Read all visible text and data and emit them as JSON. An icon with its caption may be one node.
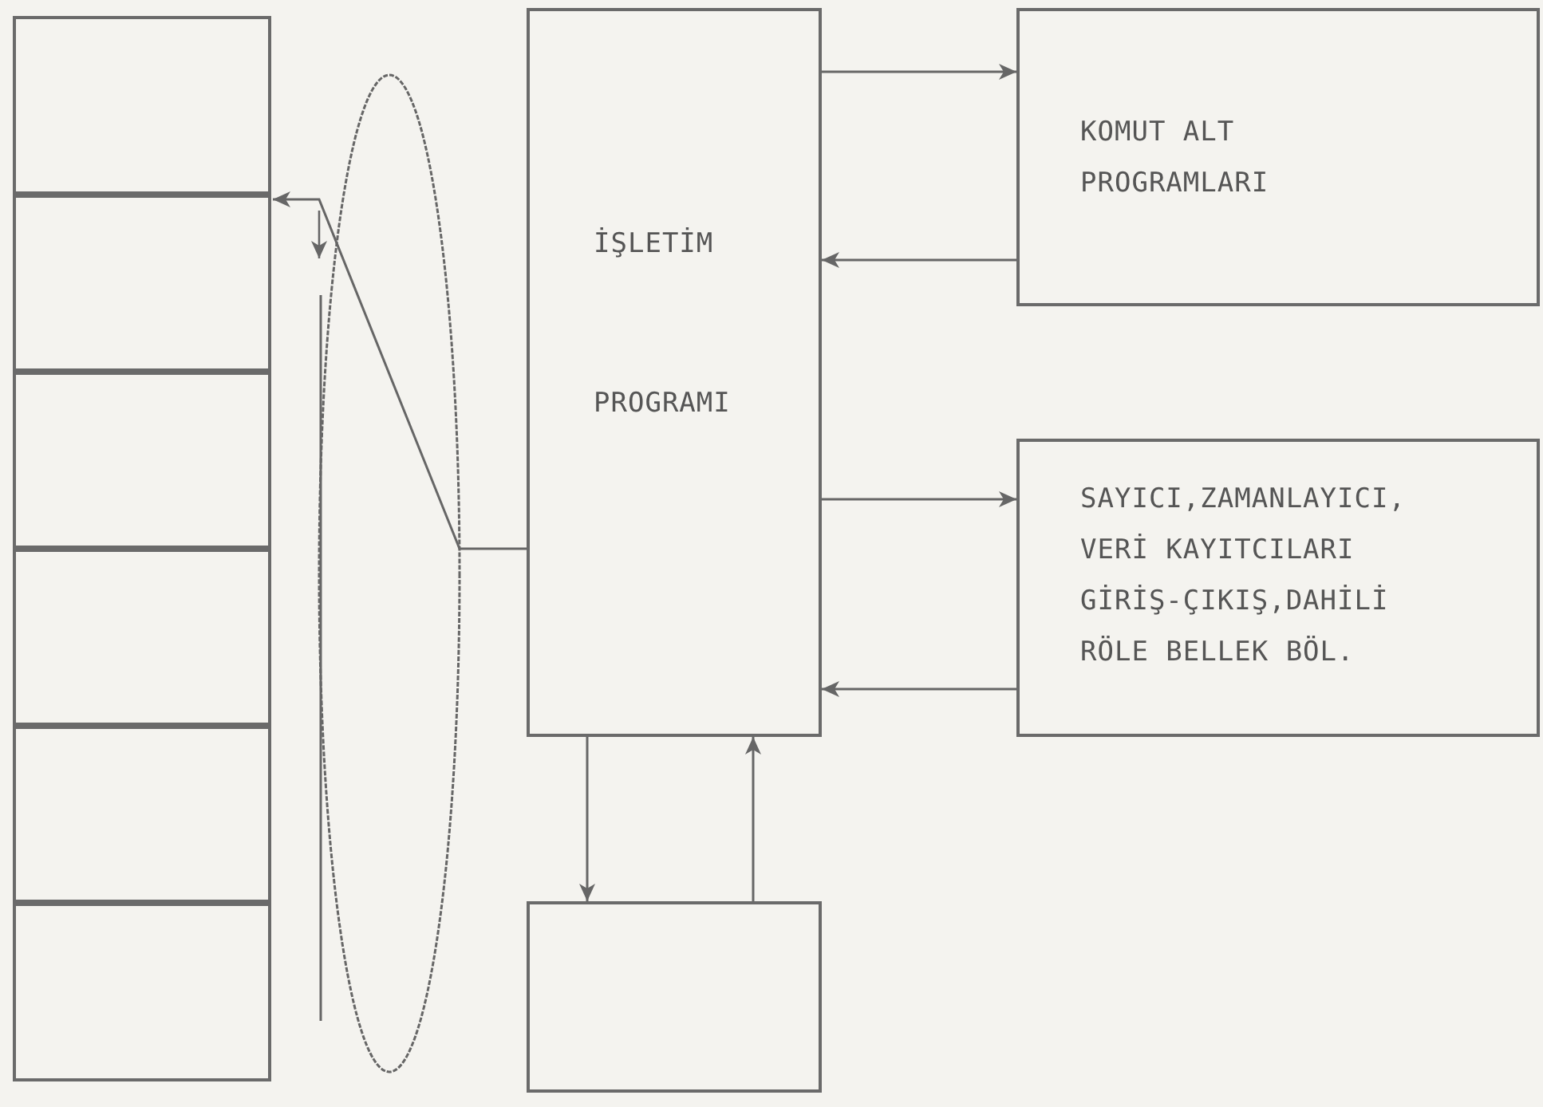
{
  "diagram": {
    "nodes": [
      {
        "text": [],
        "shape": "box"
      },
      {
        "text": [],
        "shape": "box"
      },
      {
        "text": [],
        "shape": "box"
      },
      {
        "text": [],
        "shape": "box"
      },
      {
        "text": [],
        "shape": "box"
      },
      {
        "text": [],
        "shape": "box"
      },
      {
        "text": [],
        "shape": "ellipse"
      },
      {
        "text": [
          "İŞLETİM",
          "PROGRAMI"
        ]
      },
      {
        "text": [
          "KOMUT ALT PROGRAMLARI"
        ]
      },
      {
        "text": [
          "SAYICI,ZAMANLAYICI, VERİ KAYITCILARI GİRİŞ-ÇIKIŞ,DAHİLİ RÖLE BELLEK BÖL."
        ]
      },
      {
        "text": [],
        "shape": "box"
      }
    ],
    "edges": [
      {
        "from": 7,
        "to": 8,
        "arrow": "to"
      },
      {
        "from": 8,
        "to": 7,
        "arrow": "to"
      },
      {
        "from": 7,
        "to": 9,
        "arrow": "to"
      },
      {
        "from": 9,
        "to": 7,
        "arrow": "to"
      },
      {
        "from": 7,
        "to": 10,
        "arrow": "to"
      },
      {
        "from": 10,
        "to": 7,
        "arrow": "to"
      },
      {
        "from": 7,
        "to": 6,
        "arrow": "none"
      },
      {
        "from": 6,
        "to": 1,
        "arrow": "to"
      }
    ]
  }
}
